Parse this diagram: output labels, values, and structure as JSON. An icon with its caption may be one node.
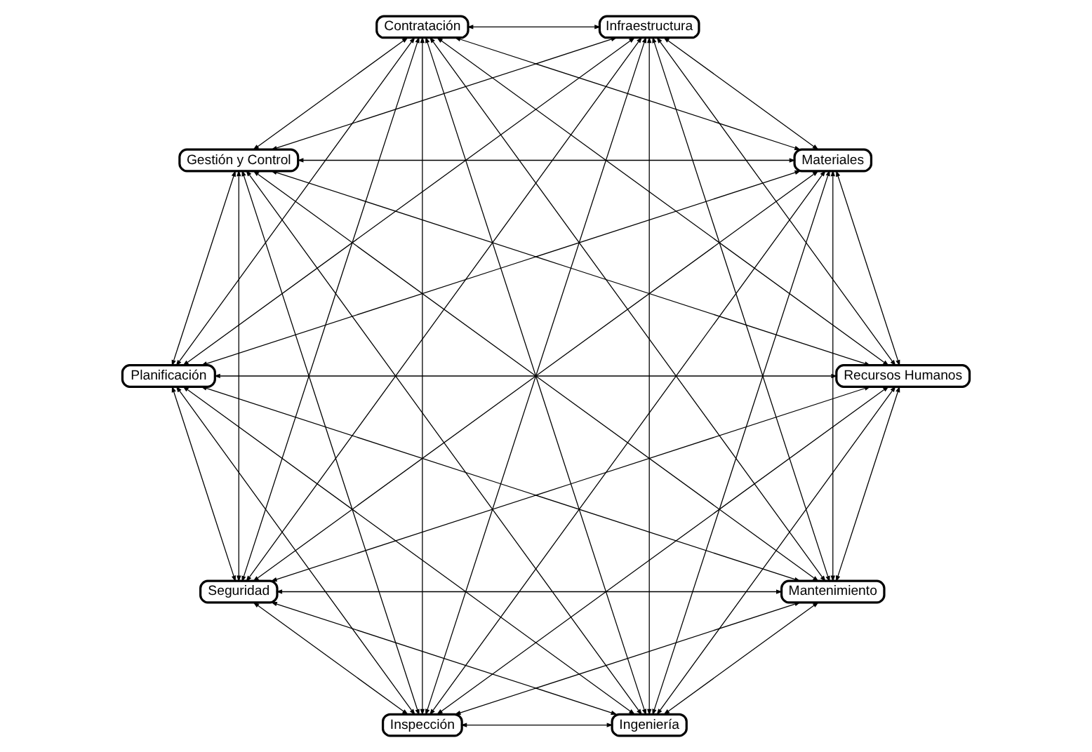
{
  "diagram": {
    "nodes": [
      {
        "text": [
          "Mantenimiento"
        ]
      },
      {
        "text": [
          "Recursos Humanos"
        ]
      },
      {
        "text": [
          "Inspección"
        ]
      },
      {
        "text": [
          "Seguridad"
        ]
      },
      {
        "text": [
          "Planificación"
        ]
      },
      {
        "text": [
          "Gestión y Control"
        ]
      },
      {
        "text": [
          "Contratación"
        ]
      },
      {
        "text": [
          "Infraestructura"
        ]
      },
      {
        "text": [
          "Materiales"
        ]
      },
      {
        "text": [
          "Ingeniería"
        ]
      }
    ],
    "edges": [
      {
        "from": 0,
        "to": 1,
        "arrow": "both"
      },
      {
        "from": 0,
        "to": 2,
        "arrow": "both"
      },
      {
        "from": 0,
        "to": 3,
        "arrow": "both"
      },
      {
        "from": 0,
        "to": 4,
        "arrow": "both"
      },
      {
        "from": 0,
        "to": 5,
        "arrow": "both"
      },
      {
        "from": 0,
        "to": 6,
        "arrow": "both"
      },
      {
        "from": 0,
        "to": 7,
        "arrow": "both"
      },
      {
        "from": 0,
        "to": 8,
        "arrow": "both"
      },
      {
        "from": 0,
        "to": 9,
        "arrow": "both"
      },
      {
        "from": 1,
        "to": 2,
        "arrow": "both"
      },
      {
        "from": 1,
        "to": 3,
        "arrow": "both"
      },
      {
        "from": 1,
        "to": 4,
        "arrow": "both"
      },
      {
        "from": 1,
        "to": 5,
        "arrow": "both"
      },
      {
        "from": 1,
        "to": 6,
        "arrow": "both"
      },
      {
        "from": 1,
        "to": 7,
        "arrow": "both"
      },
      {
        "from": 1,
        "to": 8,
        "arrow": "both"
      },
      {
        "from": 1,
        "to": 9,
        "arrow": "both"
      },
      {
        "from": 2,
        "to": 3,
        "arrow": "both"
      },
      {
        "from": 2,
        "to": 4,
        "arrow": "both"
      },
      {
        "from": 2,
        "to": 5,
        "arrow": "both"
      },
      {
        "from": 2,
        "to": 6,
        "arrow": "both"
      },
      {
        "from": 2,
        "to": 7,
        "arrow": "both"
      },
      {
        "from": 2,
        "to": 8,
        "arrow": "both"
      },
      {
        "from": 2,
        "to": 9,
        "arrow": "both"
      },
      {
        "from": 3,
        "to": 4,
        "arrow": "both"
      },
      {
        "from": 3,
        "to": 5,
        "arrow": "both"
      },
      {
        "from": 3,
        "to": 6,
        "arrow": "both"
      },
      {
        "from": 3,
        "to": 7,
        "arrow": "both"
      },
      {
        "from": 3,
        "to": 8,
        "arrow": "both"
      },
      {
        "from": 3,
        "to": 9,
        "arrow": "both"
      },
      {
        "from": 4,
        "to": 5,
        "arrow": "both"
      },
      {
        "from": 4,
        "to": 6,
        "arrow": "both"
      },
      {
        "from": 4,
        "to": 7,
        "arrow": "both"
      },
      {
        "from": 4,
        "to": 8,
        "arrow": "both"
      },
      {
        "from": 4,
        "to": 9,
        "arrow": "both"
      },
      {
        "from": 5,
        "to": 6,
        "arrow": "both"
      },
      {
        "from": 5,
        "to": 7,
        "arrow": "both"
      },
      {
        "from": 5,
        "to": 8,
        "arrow": "both"
      },
      {
        "from": 5,
        "to": 9,
        "arrow": "both"
      },
      {
        "from": 6,
        "to": 7,
        "arrow": "both"
      },
      {
        "from": 6,
        "to": 8,
        "arrow": "both"
      },
      {
        "from": 6,
        "to": 9,
        "arrow": "both"
      },
      {
        "from": 7,
        "to": 8,
        "arrow": "both"
      },
      {
        "from": 7,
        "to": 9,
        "arrow": "both"
      },
      {
        "from": 8,
        "to": 9,
        "arrow": "both"
      }
    ]
  }
}
